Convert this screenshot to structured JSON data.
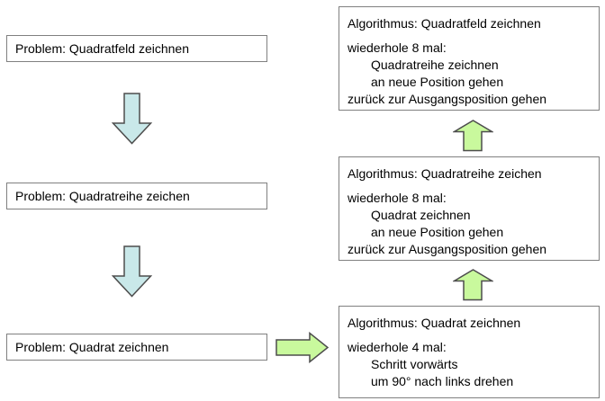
{
  "colors": {
    "background": "#ffffff",
    "box_border": "#808080",
    "text": "#000000",
    "down_arrow_fill": "#c9e8e9",
    "green_arrow_fill": "#c9f99d",
    "arrow_stroke": "#4d4d4d"
  },
  "problems": [
    {
      "label": "Problem: Quadratfeld zeichnen"
    },
    {
      "label": "Problem: Quadratreihe zeichen"
    },
    {
      "label": "Problem: Quadrat zeichnen"
    }
  ],
  "algorithms": [
    {
      "title": "Algorithmus: Quadratfeld zeichnen",
      "lines": [
        {
          "text": "wiederhole 8 mal:"
        },
        {
          "text": "Quadratreihe zeichnen"
        },
        {
          "text": "an neue Position gehen"
        },
        {
          "text": "zurück zur Ausgangsposition gehen"
        }
      ]
    },
    {
      "title": "Algorithmus: Quadratreihe zeichen",
      "lines": [
        {
          "text": "wiederhole 8 mal:"
        },
        {
          "text": "Quadrat zeichnen"
        },
        {
          "text": "an neue Position gehen"
        },
        {
          "text": "zurück zur Ausgangsposition gehen"
        }
      ]
    },
    {
      "title": "Algorithmus: Quadrat zeichnen",
      "lines": [
        {
          "text": "wiederhole 4 mal:"
        },
        {
          "text": "Schritt vorwärts"
        },
        {
          "text": "um 90° nach links drehen"
        }
      ]
    }
  ],
  "icons": {
    "down_arrow": "down-arrow",
    "up_arrow": "up-arrow",
    "right_arrow": "right-arrow"
  }
}
